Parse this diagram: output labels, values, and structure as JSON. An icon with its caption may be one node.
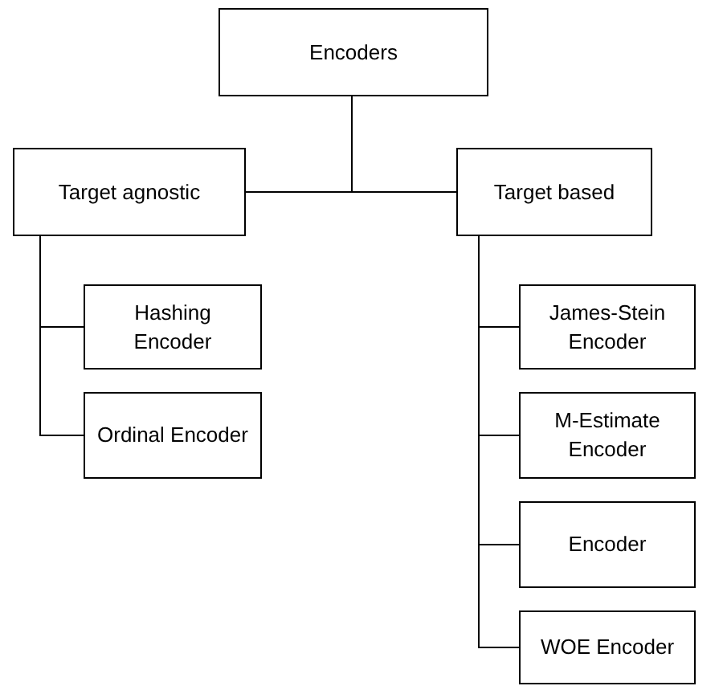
{
  "diagram": {
    "nodes": [
      {
        "text": [
          "Encoders"
        ]
      },
      {
        "text": [
          "Target agnostic"
        ]
      },
      {
        "text": [
          "Target based"
        ]
      },
      {
        "text": [
          "Hashing Encoder"
        ]
      },
      {
        "text": [
          "Ordinal Encoder"
        ]
      },
      {
        "text": [
          "James-Stein Encoder"
        ]
      },
      {
        "text": [
          "M-Estimate Encoder"
        ]
      },
      {
        "text": [
          "Encoder"
        ]
      },
      {
        "text": [
          "WOE Encoder"
        ]
      }
    ],
    "edges": [
      {
        "from": 0,
        "to": 1,
        "arrow": "none"
      },
      {
        "from": 0,
        "to": 2,
        "arrow": "none"
      },
      {
        "from": 1,
        "to": 3,
        "arrow": "none"
      },
      {
        "from": 1,
        "to": 4,
        "arrow": "none"
      },
      {
        "from": 2,
        "to": 5,
        "arrow": "none"
      },
      {
        "from": 2,
        "to": 6,
        "arrow": "none"
      },
      {
        "from": 2,
        "to": 7,
        "arrow": "none"
      },
      {
        "from": 2,
        "to": 8,
        "arrow": "none"
      }
    ]
  }
}
